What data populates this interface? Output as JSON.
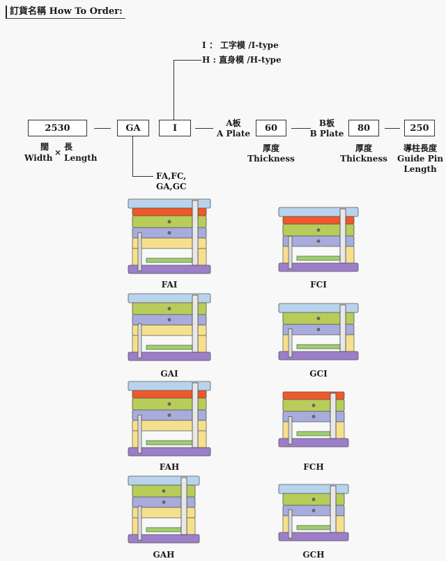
{
  "header": {
    "title": "訂貨名稱 How To Order:"
  },
  "type_options": [
    {
      "code": "I",
      "sep": "：",
      "name": "工字模 /I-type"
    },
    {
      "code": "H",
      "sep": ":",
      "name": "直身模 /H-type"
    }
  ],
  "code_boxes": {
    "size": "2530",
    "series": "GA",
    "type": "I",
    "a_plate": "60",
    "b_plate": "80",
    "guide_pin": "250"
  },
  "labels": {
    "width_zh": "闊",
    "times": "×",
    "length_zh": "長",
    "width_en": "Width",
    "length_en": "Length",
    "a_plate_zh": "A板",
    "a_plate_en": "A Plate",
    "b_plate_zh": "B板",
    "b_plate_en": "B Plate",
    "thickness_zh_1": "厚度",
    "thickness_en_1": "Thickness",
    "thickness_zh_2": "厚度",
    "thickness_en_2": "Thickness",
    "guide_pin_zh": "導柱長度",
    "guide_pin_en_1": "Guide Pin",
    "guide_pin_en_2": "Length",
    "series_options_1": "FA,FC,",
    "series_options_2": "GA,GC"
  },
  "molds": [
    {
      "caption": "FAI"
    },
    {
      "caption": "FCI"
    },
    {
      "caption": "GAI"
    },
    {
      "caption": "GCI"
    },
    {
      "caption": "FAH"
    },
    {
      "caption": "FCH"
    },
    {
      "caption": "GAH"
    },
    {
      "caption": "GCH"
    }
  ],
  "colors": {
    "top_clamp": "#b9d3ec",
    "red_plate": "#f0582a",
    "green_plate": "#b8cc5a",
    "blue_plate": "#a7acdc",
    "yellow_plate": "#f6e08e",
    "bottom_clamp": "#9d7ec9",
    "ejector_green": "#9ed06a"
  }
}
